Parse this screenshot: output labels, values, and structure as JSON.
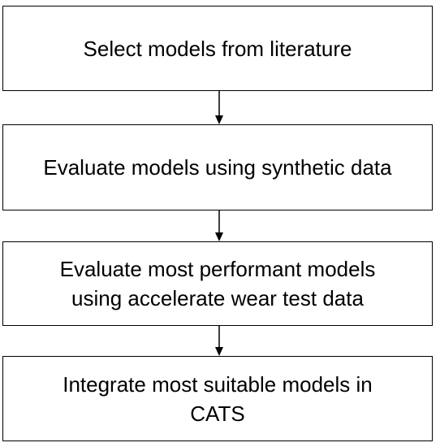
{
  "diagram": {
    "steps": [
      {
        "label": "Select models from literature"
      },
      {
        "label": "Evaluate models using synthetic data"
      },
      {
        "label": "Evaluate most performant models\nusing accelerate wear test data"
      },
      {
        "label": "Integrate most suitable models in\nCATS"
      }
    ]
  },
  "colors": {
    "stroke": "#000000",
    "background": "#ffffff"
  }
}
